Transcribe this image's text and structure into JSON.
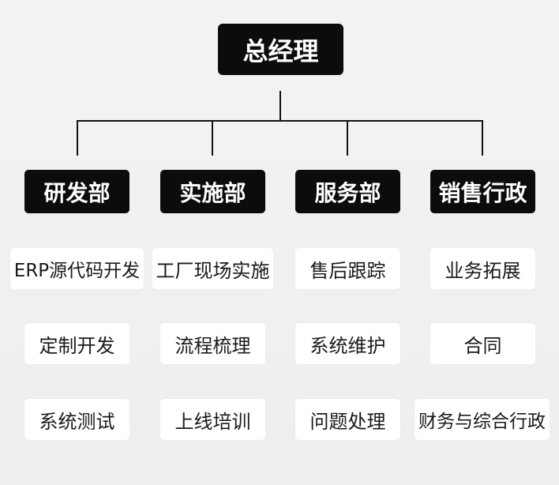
{
  "root": {
    "label": "总经理"
  },
  "departments": [
    {
      "label": "研发部",
      "items": [
        "ERP源代码开发",
        "定制开发",
        "系统测试"
      ]
    },
    {
      "label": "实施部",
      "items": [
        "工厂现场实施",
        "流程梳理",
        "上线培训"
      ]
    },
    {
      "label": "服务部",
      "items": [
        "售后跟踪",
        "系统维护",
        "问题处理"
      ]
    },
    {
      "label": "销售行政",
      "items": [
        "业务拓展",
        "合同",
        "财务与综合行政"
      ]
    }
  ]
}
